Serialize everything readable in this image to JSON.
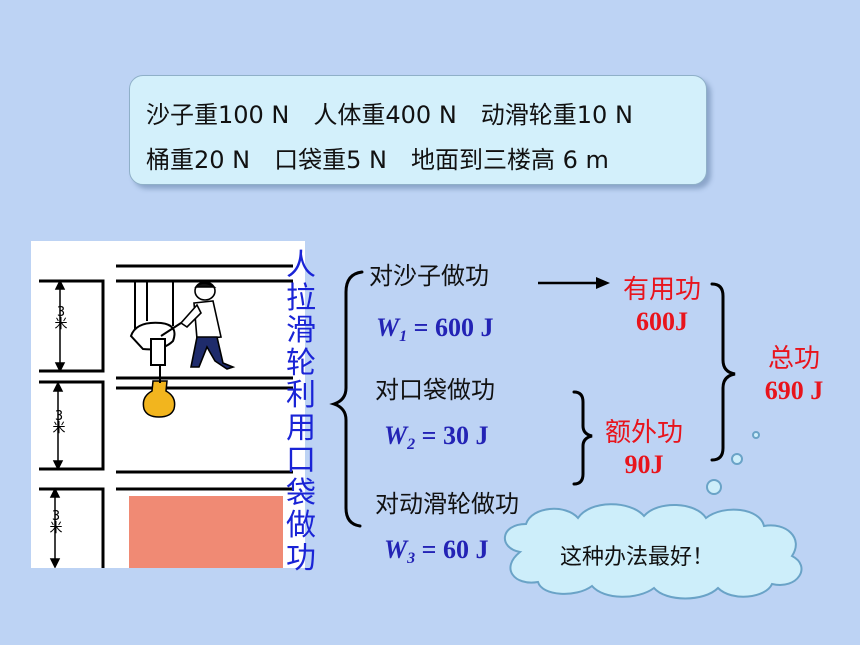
{
  "givens": {
    "line1": "沙子重100 N　人体重400 N　动滑轮重10 N",
    "line2": "桶重20 N　口袋重5 N　地面到三楼高 6 m"
  },
  "building": {
    "floor_height_label": "3米"
  },
  "method_title": [
    "人",
    "拉",
    "滑",
    "轮",
    "利",
    "用",
    "口",
    "袋",
    "做",
    "功"
  ],
  "work_items": [
    {
      "label": "对沙子做功",
      "symbol": "W",
      "subscript": "1",
      "value": "= 600 J"
    },
    {
      "label": "对口袋做功",
      "symbol": "W",
      "subscript": "2",
      "value": "= 30 J"
    },
    {
      "label": "对动滑轮做功",
      "symbol": "W",
      "subscript": "3",
      "value": "= 60 J"
    }
  ],
  "useful_work": {
    "label": "有用功",
    "value": "600J"
  },
  "extra_work": {
    "label": "额外功",
    "value": "90J"
  },
  "total_work": {
    "label": "总功",
    "value": "690 J"
  },
  "comment": "这种办法最好！",
  "colors": {
    "background": "#bdd3f4",
    "title_blue": "#1a24d6",
    "equation_blue": "#2323b5",
    "result_red": "#e8141c",
    "cloud_fill": "#cdeefa",
    "sand_box": "#f08a74",
    "bucket": "#f2b51e"
  }
}
